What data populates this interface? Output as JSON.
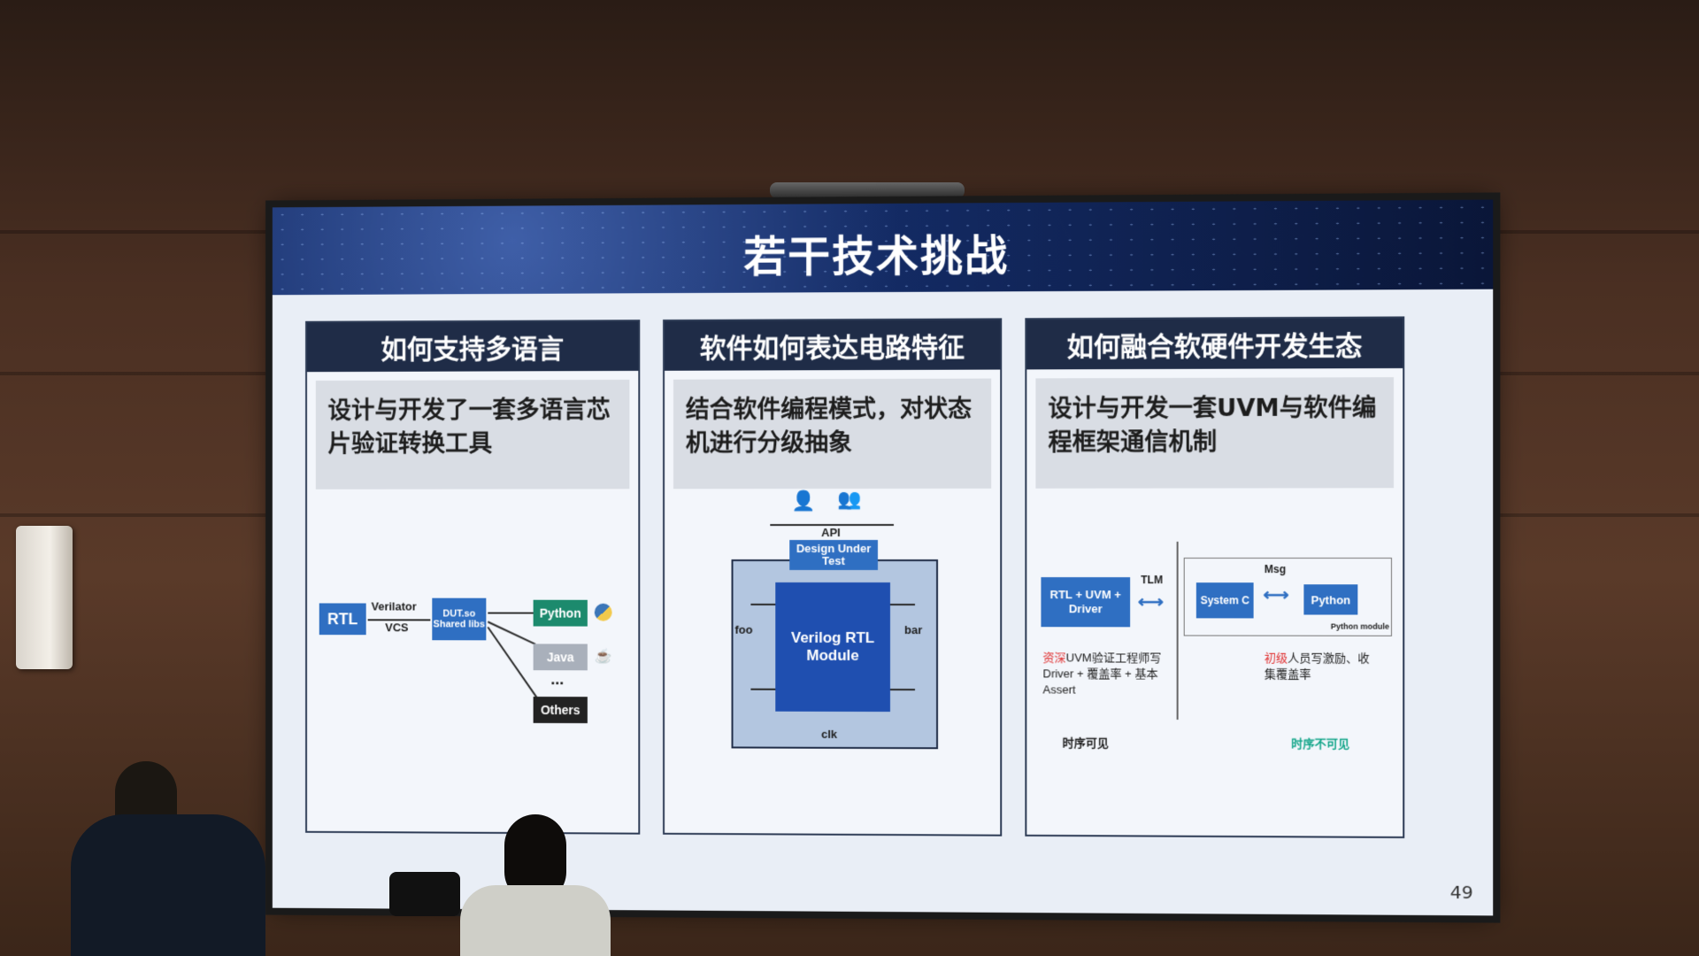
{
  "slide": {
    "title": "若干技术挑战",
    "page_number": "49"
  },
  "panels": [
    {
      "heading": "如何支持多语言",
      "subtitle": "设计与开发了一套多语言芯片验证转换工具",
      "diagram": {
        "rtl": "RTL",
        "verilator": "Verilator",
        "vcs": "VCS",
        "dut": "DUT.so Shared libs",
        "python": "Python",
        "java": "Java",
        "dots": "...",
        "others": "Others"
      }
    },
    {
      "heading": "软件如何表达电路特征",
      "subtitle": "结合软件编程模式，对状态机进行分级抽象",
      "diagram": {
        "api": "API",
        "dut": "Design Under Test",
        "module": "Verilog RTL Module",
        "foo": "foo",
        "bar": "bar",
        "clk": "clk"
      }
    },
    {
      "heading": "如何融合软硬件开发生态",
      "subtitle": "设计与开发一套UVM与软件编程框架通信机制",
      "diagram": {
        "rtl_uvm": "RTL + UVM + Driver",
        "tlm": "TLM",
        "msg": "Msg",
        "systemc": "System C",
        "python": "Python",
        "python_module": "Python module",
        "left_note_highlight": "资深",
        "left_note": "UVM验证工程师写Driver + 覆盖率 + 基本Assert",
        "right_note_highlight": "初级",
        "right_note": "人员写激励、收集覆盖率",
        "left_footer": "时序可见",
        "right_footer": "时序不可见"
      }
    }
  ],
  "colors": {
    "panel_header": "#1f2c47",
    "diagram_blue": "#2f6fc2",
    "highlight_red": "#e03030",
    "teal": "#12a589"
  }
}
